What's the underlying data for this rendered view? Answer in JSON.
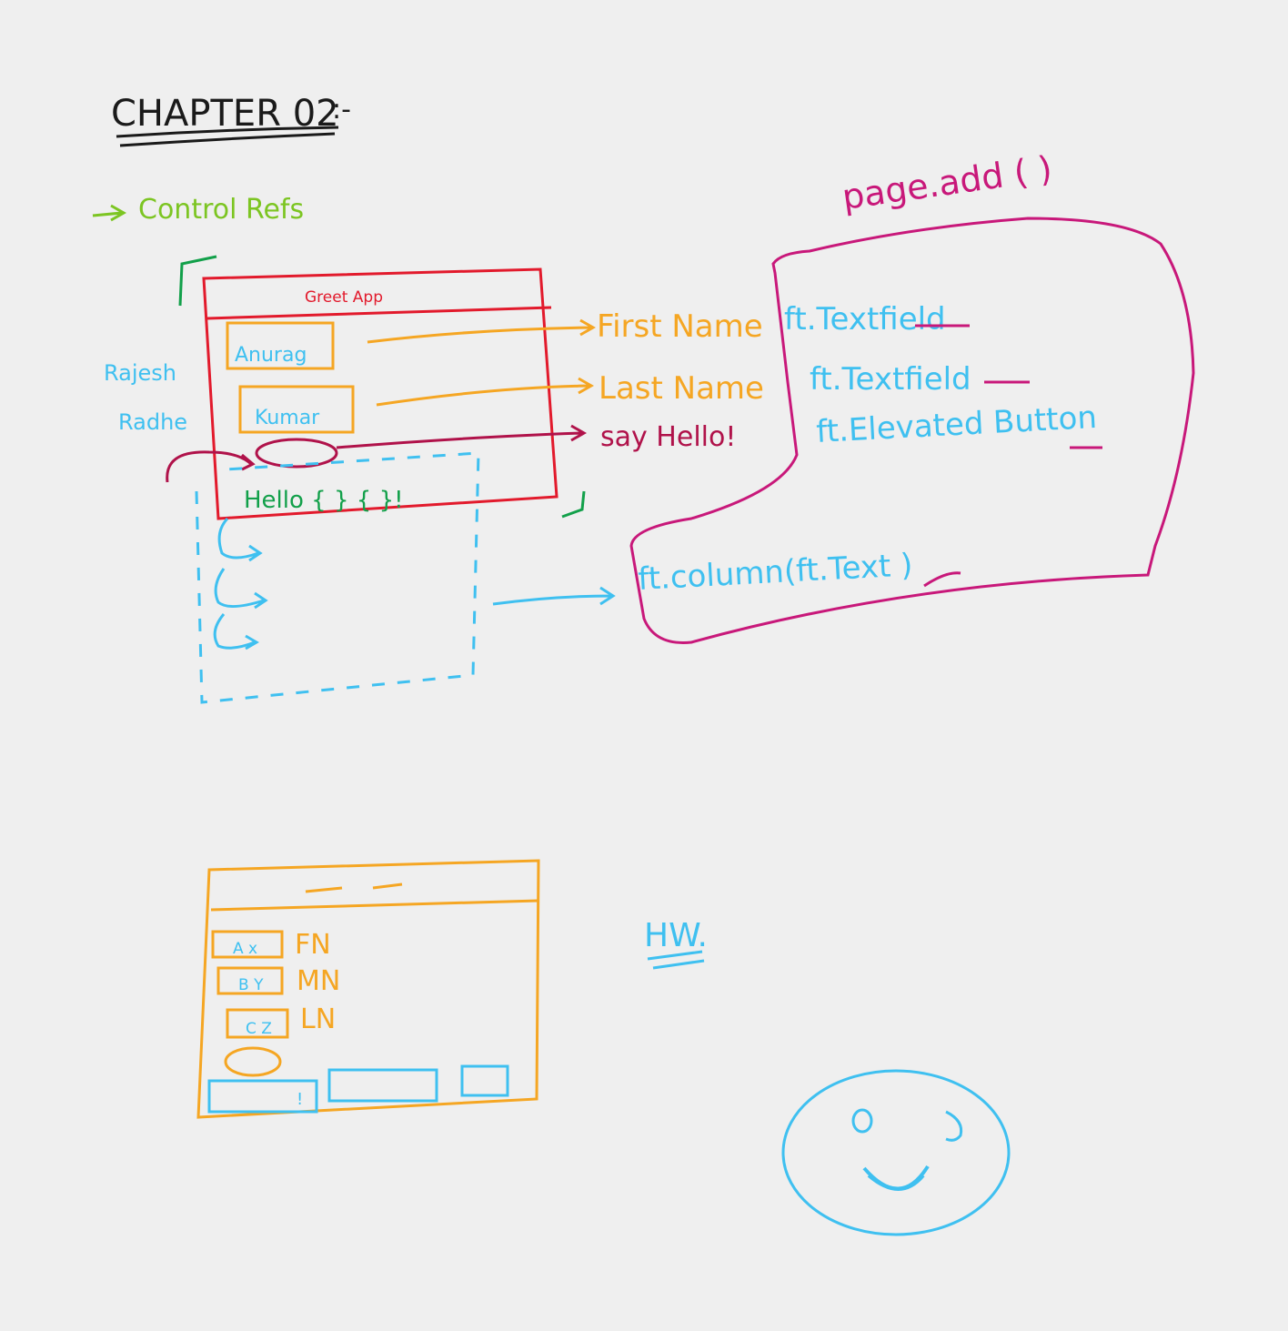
{
  "colors": {
    "ink": "#1a1a1a",
    "green": "#7cc522",
    "red": "#e21a2c",
    "orange": "#f5a623",
    "blue": "#3fc0f0",
    "magenta": "#c8187a",
    "dark_green": "#12a04a",
    "crimson": "#b0124a",
    "background": "#efefef"
  },
  "heading": {
    "title": "CHAPTER 02",
    "suffix": ":-"
  },
  "topic": {
    "arrow": "->",
    "label": "Control Refs"
  },
  "sketch_app": {
    "appbar_title": "Greet App",
    "input_first_value": "Anurag",
    "input_last_value": "Kumar",
    "left_notes": [
      "Rajesh",
      "Radhe"
    ],
    "greeting_text": "Hello {   } { }!"
  },
  "field_labels": {
    "first": "First Name",
    "last": "Last Name",
    "button": "say Hello!"
  },
  "code_block": {
    "header": "page.add (   )",
    "lines": [
      "ft.Textfield",
      "ft.Textfield",
      "ft.Elevated Button"
    ],
    "column_line": "ft.column(ft.Text )"
  },
  "homework_sketch": {
    "rows": [
      {
        "box": "A x",
        "label": "FN"
      },
      {
        "box": "B Y",
        "label": "MN"
      },
      {
        "box": "C Z",
        "label": "LN"
      }
    ],
    "bottom_mark": "!"
  },
  "homework_note": "HW."
}
